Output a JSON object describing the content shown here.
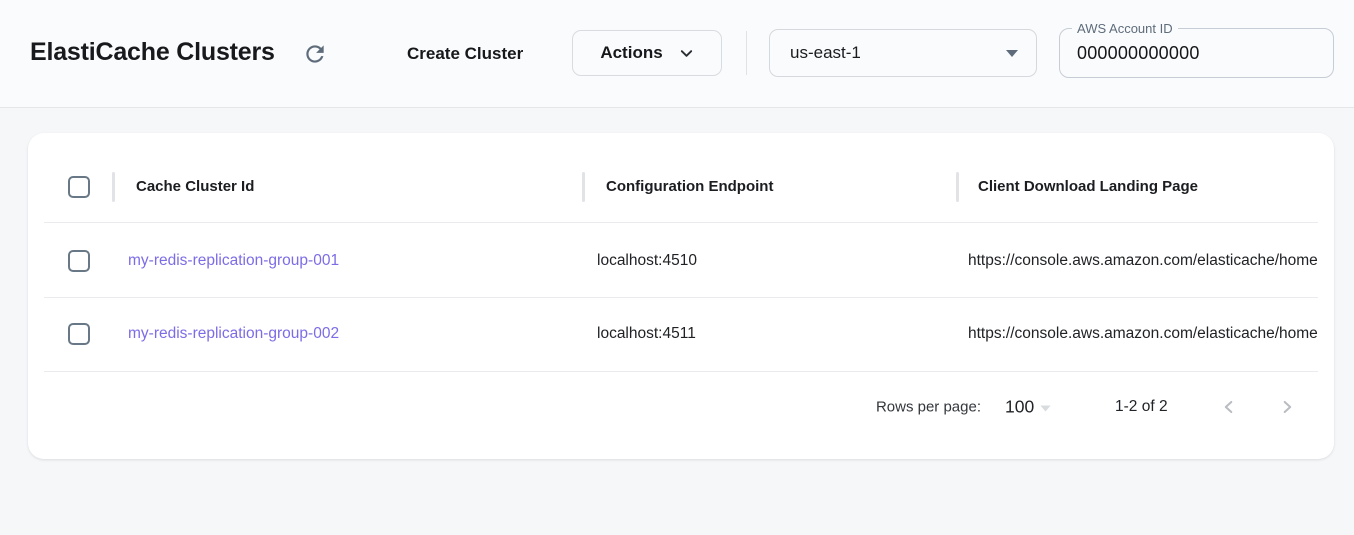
{
  "header": {
    "title": "ElastiCache Clusters",
    "refresh_icon": "refresh-icon",
    "create_cluster_label": "Create Cluster",
    "actions_label": "Actions",
    "actions_icon": "chevron-down-icon",
    "region": {
      "selected": "us-east-1",
      "icon": "dropdown-arrow-icon"
    },
    "account": {
      "label": "AWS Account ID",
      "value": "000000000000"
    }
  },
  "table": {
    "columns": [
      "Cache Cluster Id",
      "Configuration Endpoint",
      "Client Download Landing Page"
    ],
    "rows": [
      {
        "cache_cluster_id": "my-redis-replication-group-001",
        "configuration_endpoint": "localhost:4510",
        "client_download_landing_page": "https://console.aws.amazon.com/elasticache/home"
      },
      {
        "cache_cluster_id": "my-redis-replication-group-002",
        "configuration_endpoint": "localhost:4511",
        "client_download_landing_page": "https://console.aws.amazon.com/elasticache/home"
      }
    ],
    "pagination": {
      "rows_per_page_label": "Rows per page:",
      "rows_per_page_value": "100",
      "rows_per_page_icon": "dropdown-arrow-icon",
      "range_label": "1-2 of 2",
      "prev_icon": "chevron-left-icon",
      "next_icon": "chevron-right-icon"
    }
  },
  "colors": {
    "link": "#7c6ce6",
    "checkbox_border": "#697886",
    "icon_gray": "#5d6b7a",
    "disabled_icon": "#b9bdc1",
    "card_background": "#ffffff",
    "page_background": "#f6f7f9"
  }
}
